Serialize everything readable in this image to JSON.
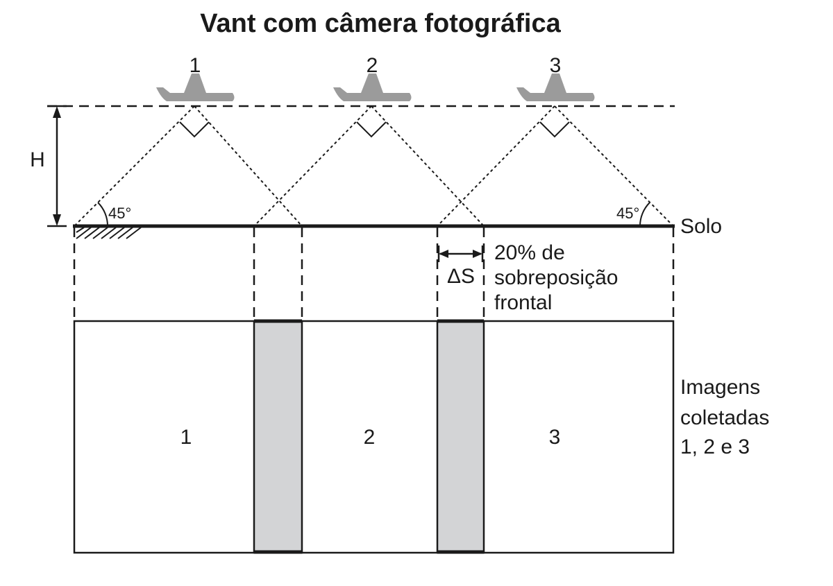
{
  "title": "Vant com câmera fotográfica",
  "positions": [
    "1",
    "2",
    "3"
  ],
  "height_label": "H",
  "angle_left": "45°",
  "angle_right": "45°",
  "ground_label": "Solo",
  "delta_label": "ΔS",
  "overlap_label": {
    "line1": "20% de",
    "line2": "sobreposição",
    "line3": "frontal"
  },
  "images": [
    "1",
    "2",
    "3"
  ],
  "images_label": {
    "line1": "Imagens",
    "line2": "coletadas",
    "line3": "1, 2 e 3"
  },
  "colors": {
    "aircraft": "#9b9b9b",
    "overlap_fill": "#d3d4d6",
    "ink": "#1a1a1a"
  }
}
